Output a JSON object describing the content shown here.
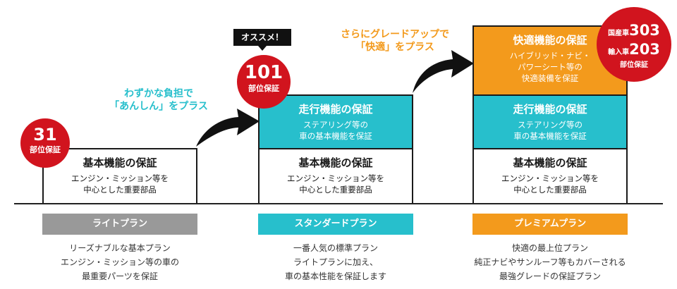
{
  "captions": {
    "light_to_standard": "わずかな負担で\n「あんしん」をプラス",
    "standard_to_premium": "さらにグレードアップで\n「快適」をプラス",
    "recommend": "オススメ！"
  },
  "boxes": {
    "basic": {
      "title": "基本機能の保証",
      "desc": "エンジン・ミッション等を\n中心とした重要部品"
    },
    "running": {
      "title": "走行機能の保証",
      "desc": "ステアリング等の\n車の基本機能を保証"
    },
    "comfort": {
      "title": "快適機能の保証",
      "desc": "ハイブリッド・ナビ・\nパワーシート等の\n快適装備を保証"
    }
  },
  "badges": {
    "light": {
      "count": "31",
      "label": "部位保証"
    },
    "standard": {
      "count": "101",
      "label": "部位保証"
    },
    "premium": {
      "domestic_label": "国産車",
      "domestic_count": "303",
      "import_label": "輸入車",
      "import_count": "203",
      "label": "部位保証"
    }
  },
  "plans": [
    {
      "name": "ライトプラン",
      "color": "#999999",
      "desc": "リーズナブルな基本プラン\nエンジン・ミッション等の車の\n最重要パーツを保証"
    },
    {
      "name": "スタンダードプラン",
      "color": "#27bfcc",
      "desc": "一番人気の標準プラン\nライトプランに加え、\n車の基本性能を保証します"
    },
    {
      "name": "プレミアムプラン",
      "color": "#f39a1c",
      "desc": "快適の最上位プラン\n純正ナビやサンルーフ等もカバーされる\n最強グレードの保証プラン"
    }
  ],
  "colors": {
    "accent_cyan": "#27bfcc",
    "accent_orange": "#f39a1c",
    "badge_red": "#d1141e",
    "gray": "#999999"
  }
}
